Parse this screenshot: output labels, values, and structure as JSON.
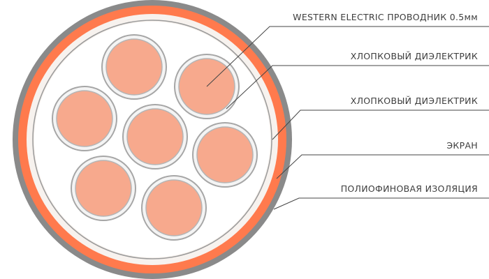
{
  "labels": {
    "conductor": "WESTERN ELECTRIC ПРОВОДНИК 0.5мм",
    "dielectric_1": "ХЛОПКОВЫЙ ДИЭЛЕКТРИК",
    "dielectric_2": "ХЛОПКОВЫЙ ДИЭЛЕКТРИК",
    "shield": "ЭКРАН",
    "insulation": "ПОЛИОФИНОВАЯ ИЗОЛЯЦИЯ"
  },
  "colors": {
    "outer_sheath": "#8a8a8a",
    "insulation": "#ff7a4d",
    "shield": "#f7f2ee",
    "filler": "#ffffff",
    "wire_insulation": "#f4f4f4",
    "wire_ring": "#a6a6a6",
    "copper": "#f7a98d",
    "leader": "#444444",
    "text": "#3d3d3d"
  }
}
